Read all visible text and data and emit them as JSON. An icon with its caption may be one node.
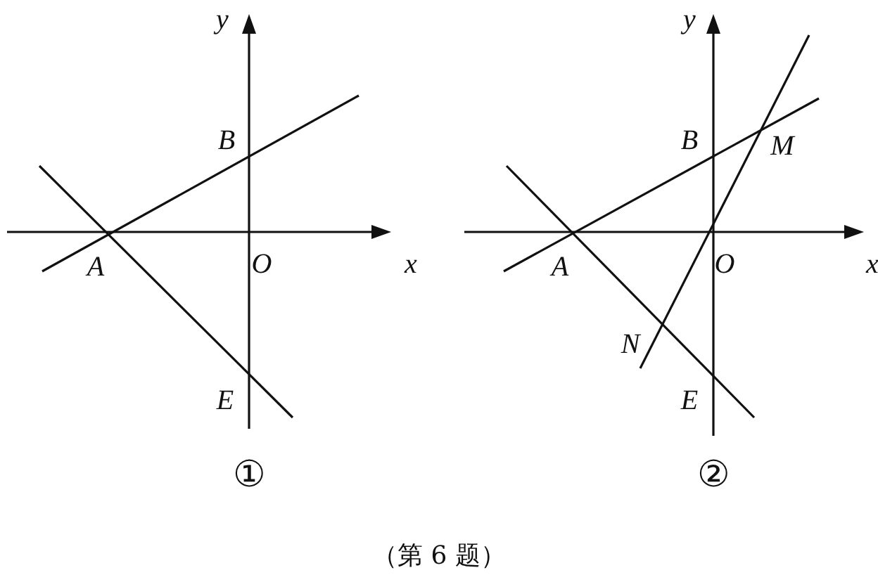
{
  "diagram": {
    "caption": "（第 6 题）",
    "labels": [
      "y",
      "B",
      "A",
      "O",
      "x",
      "E",
      "①",
      "y",
      "B",
      "M",
      "A",
      "O",
      "x",
      "N",
      "E",
      "②"
    ]
  }
}
